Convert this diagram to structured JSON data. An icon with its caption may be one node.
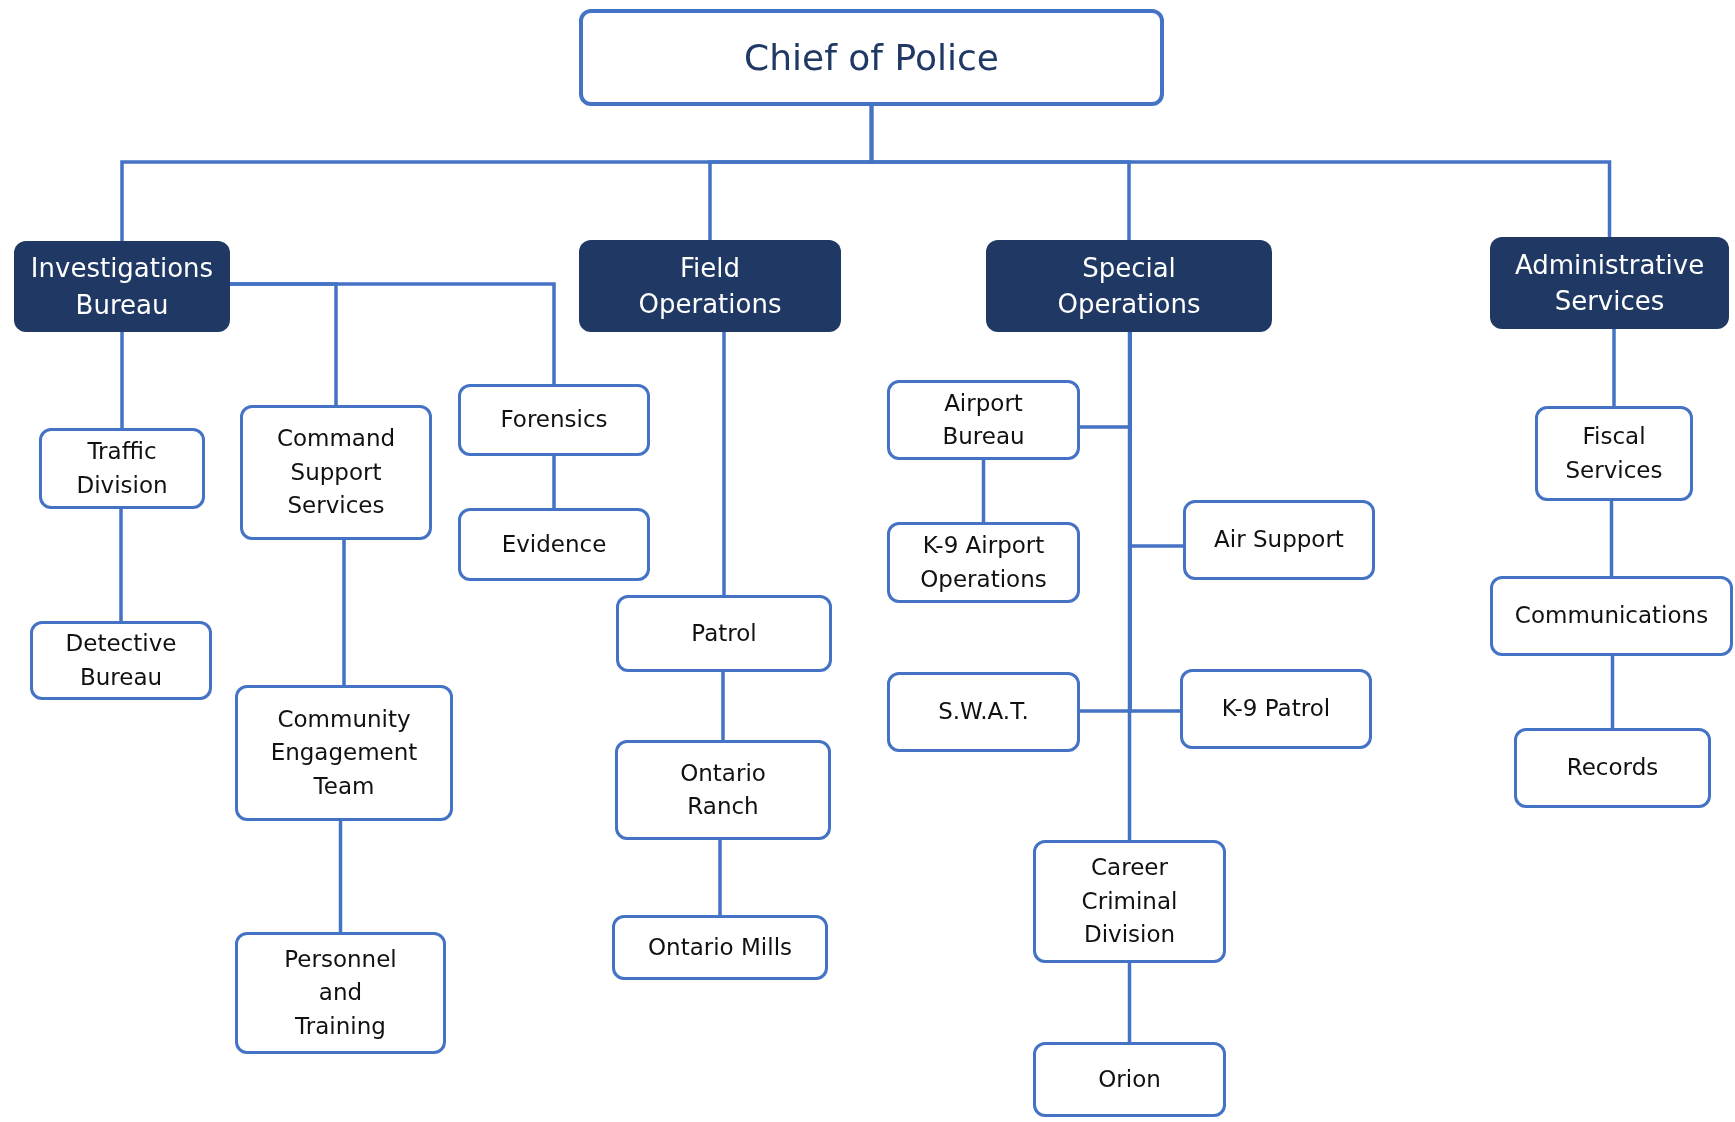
{
  "diagram": {
    "nodes": [
      {
        "text": [
          "Chief of Police"
        ]
      },
      {
        "text": [
          "Investigations Bureau"
        ]
      },
      {
        "text": [
          "Field Operations"
        ]
      },
      {
        "text": [
          "Special Operations"
        ]
      },
      {
        "text": [
          "Administrative Services"
        ]
      },
      {
        "text": [
          "Traffic Division"
        ]
      },
      {
        "text": [
          "Detective Bureau"
        ]
      },
      {
        "text": [
          "Command Support Services"
        ]
      },
      {
        "text": [
          "Forensics"
        ]
      },
      {
        "text": [
          "Evidence"
        ]
      },
      {
        "text": [
          "Community Engagement Team"
        ]
      },
      {
        "text": [
          "Personnel and Training"
        ]
      },
      {
        "text": [
          "Patrol"
        ]
      },
      {
        "text": [
          "Ontario Ranch"
        ]
      },
      {
        "text": [
          "Ontario Mills"
        ]
      },
      {
        "text": [
          "Airport Bureau"
        ]
      },
      {
        "text": [
          "K-9 Airport Operations"
        ]
      },
      {
        "text": [
          "Air Support"
        ]
      },
      {
        "text": [
          "S.W.A.T."
        ]
      },
      {
        "text": [
          "K-9 Patrol"
        ]
      },
      {
        "text": [
          "Career Criminal Division"
        ]
      },
      {
        "text": [
          "Orion"
        ]
      },
      {
        "text": [
          "Fiscal Services"
        ]
      },
      {
        "text": [
          "Communications"
        ]
      },
      {
        "text": [
          "Records"
        ]
      }
    ],
    "edges": [
      {
        "from": 0,
        "to": 1,
        "arrow": "none"
      },
      {
        "from": 0,
        "to": 2,
        "arrow": "none"
      },
      {
        "from": 0,
        "to": 3,
        "arrow": "none"
      },
      {
        "from": 0,
        "to": 4,
        "arrow": "none"
      },
      {
        "from": 1,
        "to": 5,
        "arrow": "none"
      },
      {
        "from": 5,
        "to": 6,
        "arrow": "none"
      },
      {
        "from": 1,
        "to": 7,
        "arrow": "none"
      },
      {
        "from": 1,
        "to": 8,
        "arrow": "none"
      },
      {
        "from": 7,
        "to": 10,
        "arrow": "none"
      },
      {
        "from": 10,
        "to": 11,
        "arrow": "none"
      },
      {
        "from": 8,
        "to": 9,
        "arrow": "none"
      },
      {
        "from": 2,
        "to": 12,
        "arrow": "none"
      },
      {
        "from": 12,
        "to": 13,
        "arrow": "none"
      },
      {
        "from": 13,
        "to": 14,
        "arrow": "none"
      },
      {
        "from": 3,
        "to": 15,
        "arrow": "none"
      },
      {
        "from": 15,
        "to": 16,
        "arrow": "none"
      },
      {
        "from": 3,
        "to": 17,
        "arrow": "none"
      },
      {
        "from": 3,
        "to": 18,
        "arrow": "none"
      },
      {
        "from": 3,
        "to": 19,
        "arrow": "none"
      },
      {
        "from": 3,
        "to": 20,
        "arrow": "none"
      },
      {
        "from": 20,
        "to": 21,
        "arrow": "none"
      },
      {
        "from": 4,
        "to": 22,
        "arrow": "none"
      },
      {
        "from": 22,
        "to": 23,
        "arrow": "none"
      },
      {
        "from": 23,
        "to": 24,
        "arrow": "none"
      }
    ]
  }
}
